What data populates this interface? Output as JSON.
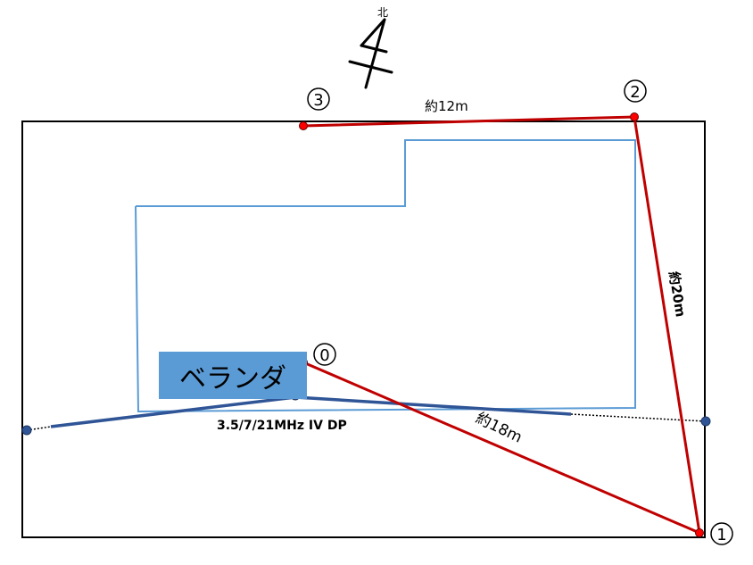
{
  "compass": {
    "label": "北"
  },
  "veranda": {
    "label": "ベランダ"
  },
  "antenna": {
    "label": "3.5/7/21MHz IV DP"
  },
  "points": [
    {
      "id": "0",
      "label": "⓪"
    },
    {
      "id": "1",
      "label": "①"
    },
    {
      "id": "2",
      "label": "②"
    },
    {
      "id": "3",
      "label": "③"
    }
  ],
  "distances": {
    "p3_p2": "約12m",
    "p2_p1": "約20m",
    "p0_p1": "約18m"
  },
  "colors": {
    "lot_border": "#000000",
    "house_outline": "#5b9bd5",
    "veranda_fill": "#5b9bd5",
    "route": "#c00000",
    "antenna": "#2f5597"
  }
}
